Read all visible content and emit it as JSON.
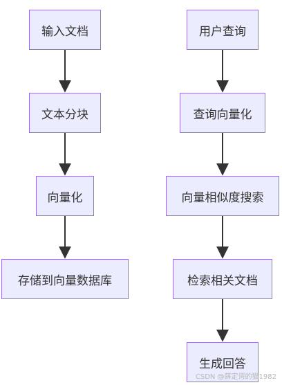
{
  "left_flow": {
    "step1": "输入文档",
    "step2": "文本分块",
    "step3": "向量化",
    "step4": "存储到向量数据库"
  },
  "right_flow": {
    "step1": "用户查询",
    "step2": "查询向量化",
    "step3": "向量相似度搜索",
    "step4": "检索相关文档",
    "step5": "生成回答"
  },
  "colors": {
    "node_fill": "#ECECFF",
    "node_border": "#9370DB",
    "edge": "#333333"
  },
  "watermark": "CSDN @薛定谔的猫1982"
}
